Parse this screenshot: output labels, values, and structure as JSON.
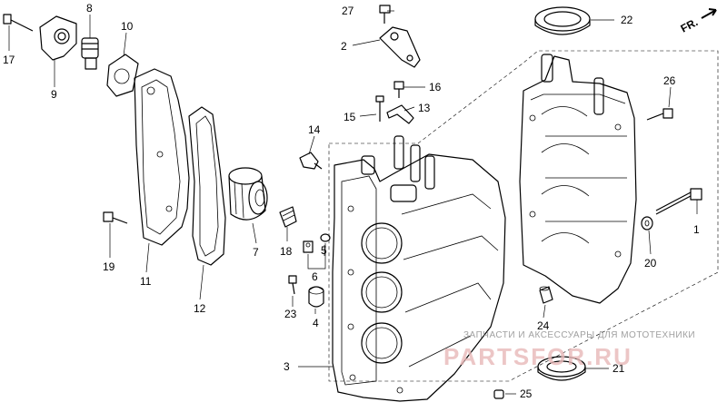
{
  "diagram": {
    "direction_label": "FR.",
    "callouts": [
      "1",
      "2",
      "3",
      "4",
      "5",
      "6",
      "7",
      "8",
      "9",
      "10",
      "11",
      "12",
      "13",
      "14",
      "15",
      "16",
      "17",
      "18",
      "19",
      "20",
      "21",
      "22",
      "23",
      "24",
      "25",
      "26",
      "27"
    ]
  },
  "watermark": {
    "tagline": "ЗАПЧАСТИ И АКСЕССУАРЫ ДЛЯ МОТОТЕХНИКИ",
    "logo": "PARTSFOR.RU"
  }
}
